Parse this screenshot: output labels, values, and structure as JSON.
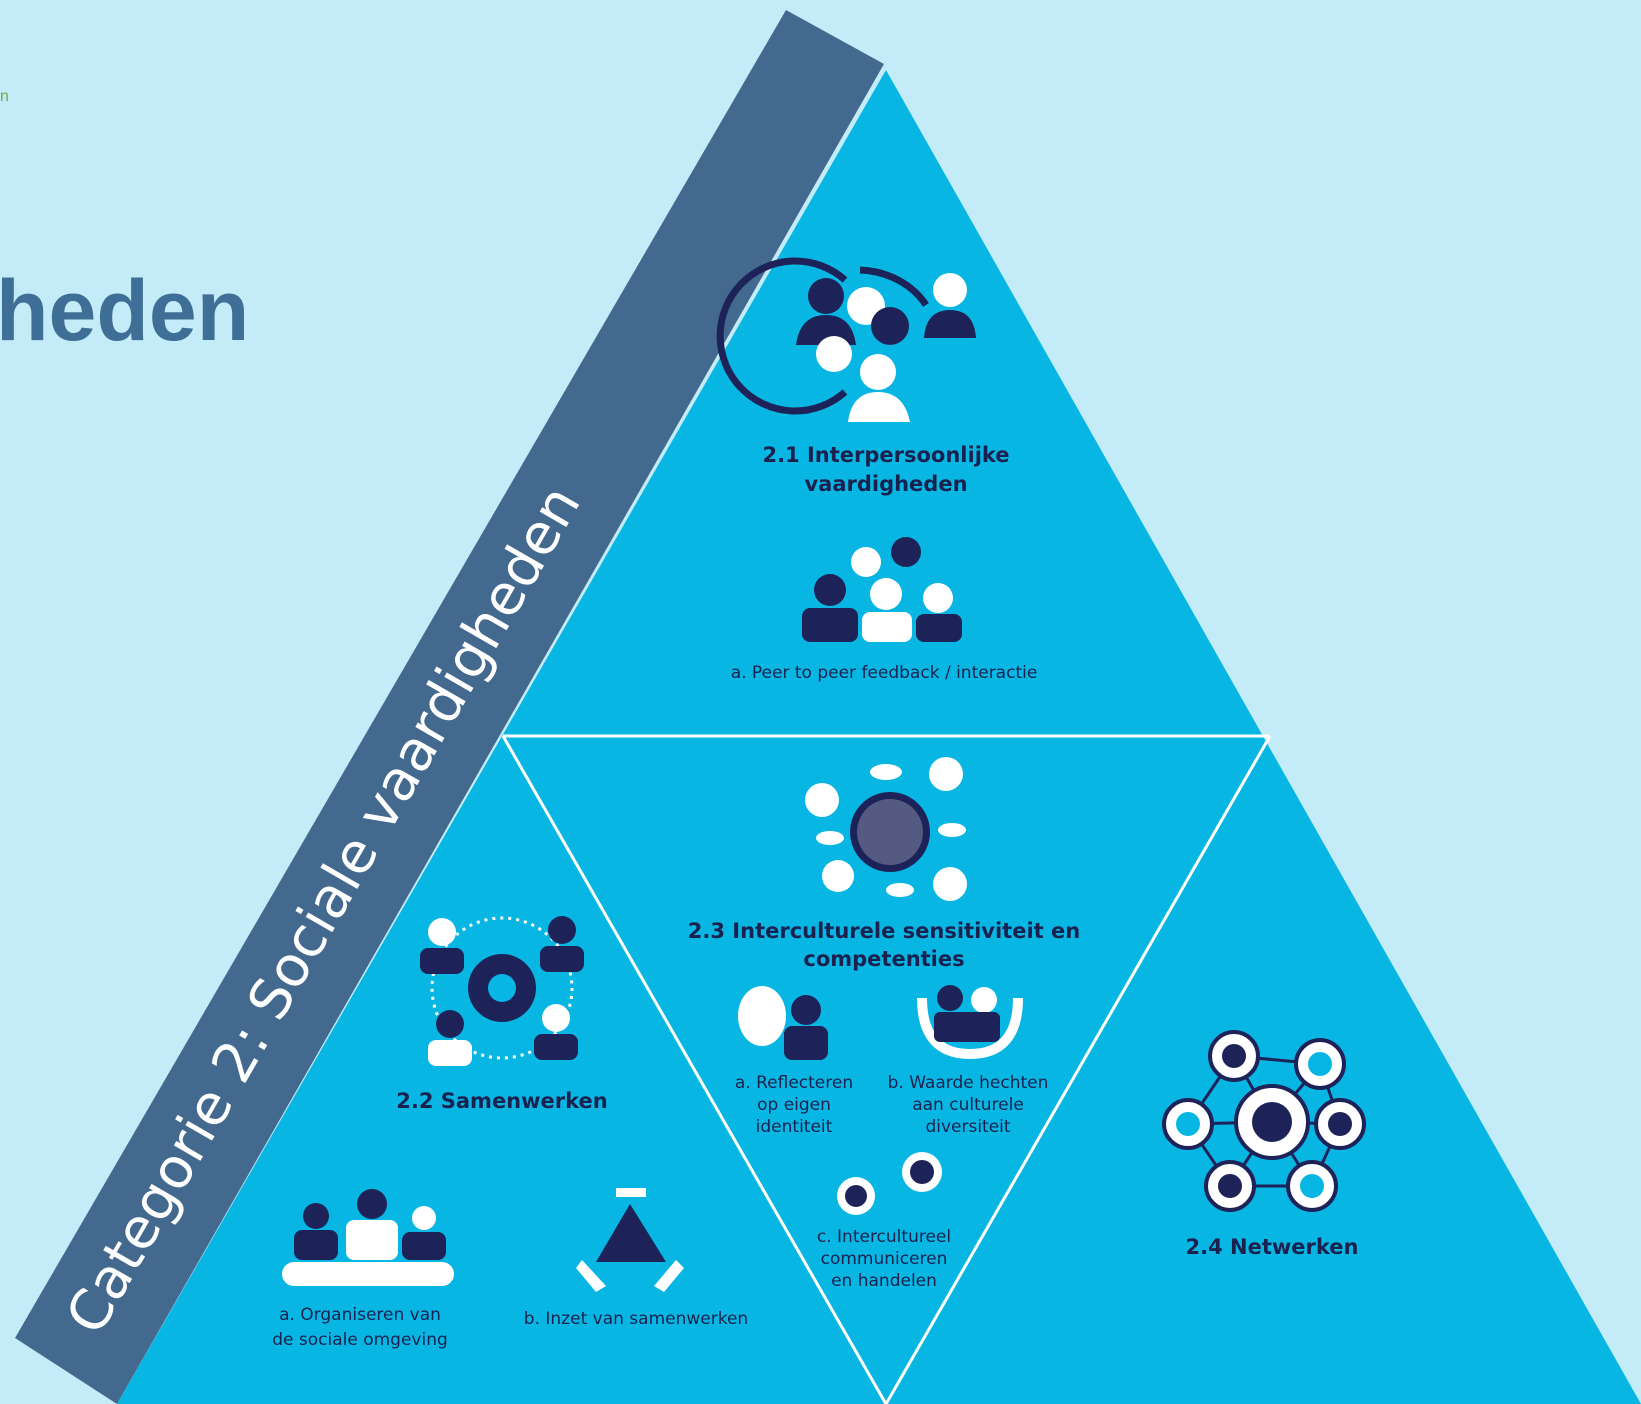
{
  "page": {
    "corner_text": "n",
    "heading": "heden"
  },
  "category_band": {
    "label": "Categorie 2: Sociale vaardigheden"
  },
  "sections": {
    "s21": {
      "title_line1": "2.1 Interpersoonlijke",
      "title_line2": "vaardigheden",
      "sub_a": "a. Peer to peer feedback / interactie"
    },
    "s22": {
      "title": "2.2 Samenwerken",
      "sub_a_line1": "a. Organiseren van",
      "sub_a_line2": "de sociale omgeving",
      "sub_b": "b. Inzet van samenwerken"
    },
    "s23": {
      "title_line1": "2.3 Interculturele sensitiviteit en",
      "title_line2": "competenties",
      "sub_a_line1": "a. Reflecteren",
      "sub_a_line2": "op eigen",
      "sub_a_line3": "identiteit",
      "sub_b_line1": "b. Waarde hechten",
      "sub_b_line2": "aan culturele",
      "sub_b_line3": "diversiteit",
      "sub_c_line1": "c. Intercultureel",
      "sub_c_line2": "communiceren",
      "sub_c_line3": "en handelen"
    },
    "s24": {
      "title": "2.4 Netwerken"
    }
  },
  "colors": {
    "background": "#c3ecf8",
    "triangle": "#08b6e4",
    "band": "#43698f",
    "icon_dark": "#1d2358",
    "heading": "#3f6f96"
  }
}
